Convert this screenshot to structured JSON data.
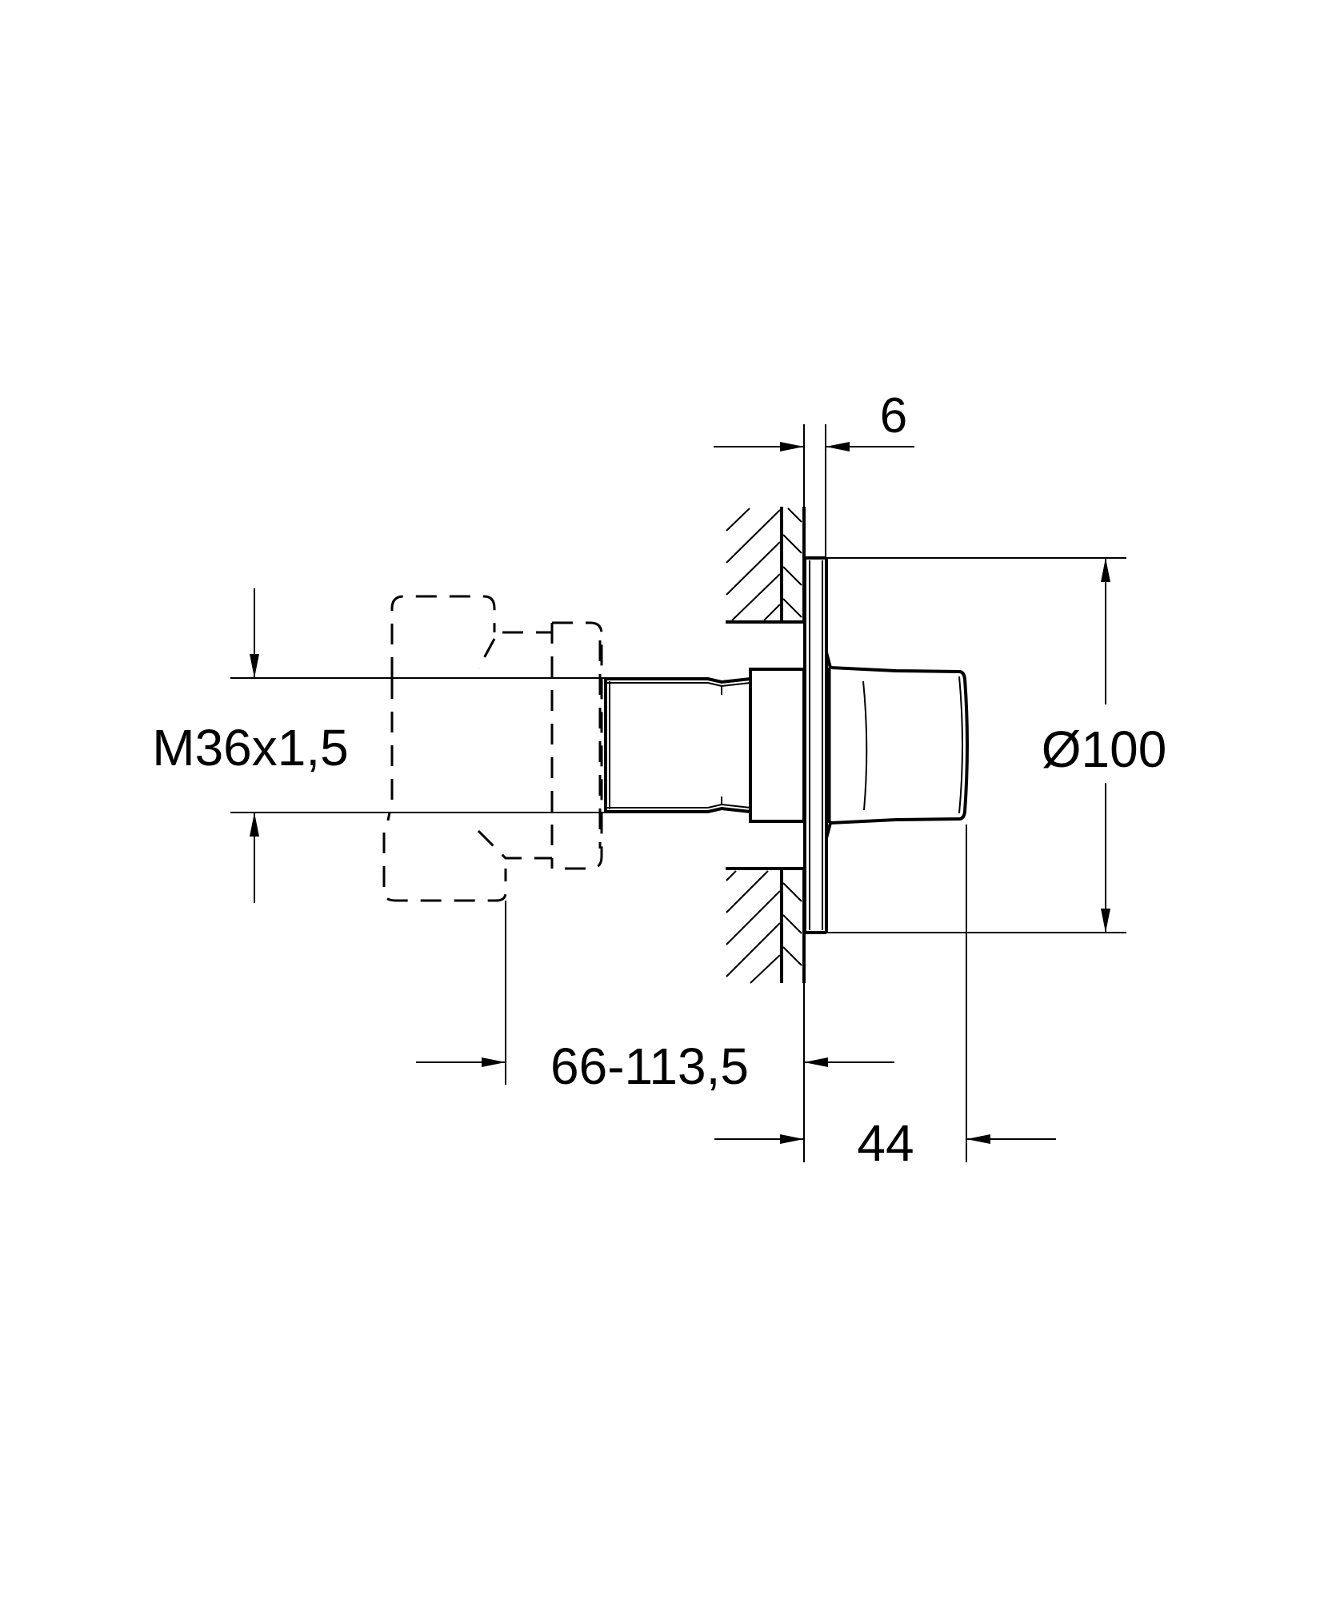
{
  "drawing": {
    "type": "technical-dimension-drawing",
    "subject": "concealed valve trim with rosette and knob, wall-mounted",
    "colors": {
      "line": "#000000",
      "background": "#ffffff"
    },
    "dimensions": {
      "rosette_thickness": {
        "label": "6",
        "orientation": "horizontal"
      },
      "thread": {
        "label": "M36x1,5",
        "orientation": "vertical"
      },
      "rosette_diameter": {
        "label": "Ø100",
        "symbol": "Ø",
        "value": "100",
        "orientation": "vertical"
      },
      "installation_depth": {
        "label": "66-113,5",
        "orientation": "horizontal"
      },
      "projection": {
        "label": "44",
        "orientation": "horizontal"
      }
    },
    "parts": [
      {
        "name": "concealed-body",
        "style": "dashed-outline"
      },
      {
        "name": "threaded-spindle",
        "style": "solid"
      },
      {
        "name": "collar",
        "style": "solid"
      },
      {
        "name": "rosette",
        "style": "solid"
      },
      {
        "name": "knob",
        "style": "solid"
      },
      {
        "name": "wall-section",
        "style": "hatched"
      }
    ]
  }
}
